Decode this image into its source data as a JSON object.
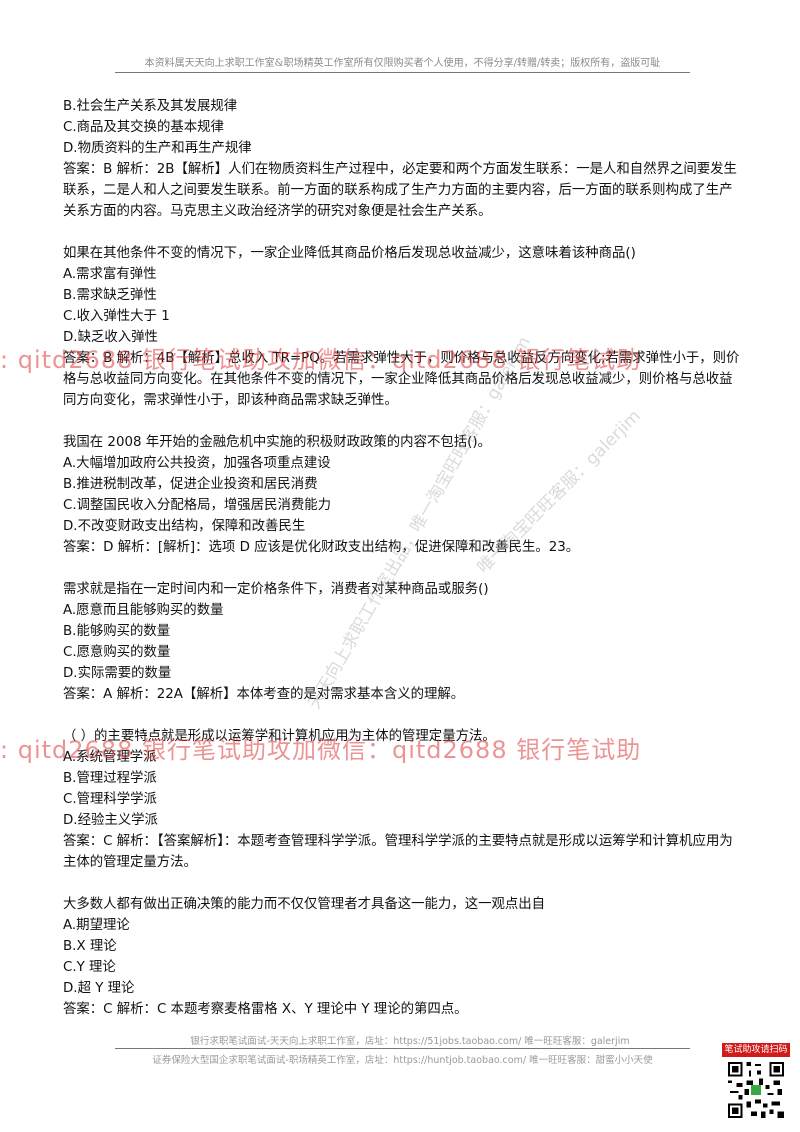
{
  "header": {
    "text": "本资料属天天向上求职工作室&职场精英工作室所有仅限购买者个人使用，不得分享/转赠/转卖；版权所有，盗版可耻"
  },
  "watermarks": {
    "line1": ": qitd2688    银行笔试助攻加微信：qitd2688      银行笔试助",
    "line2": ": qitd2688    银行笔试助攻加微信：qitd2688      银行笔试助",
    "diag1": "天天向上求职工作室出品，唯一淘宝旺旺客服：galerjim",
    "diag2": "唯一淘宝旺旺客服：galerjim"
  },
  "questions": [
    {
      "lines": [
        "B.社会生产关系及其发展规律",
        "C.商品及其交换的基本规律",
        "D.物质资料的生产和再生产规律"
      ],
      "answer": "答案：B 解析：2B【解析】人们在物质资料生产过程中，必定要和两个方面发生联系：一是人和自然界之间要发生联系，二是人和人之间要发生联系。前一方面的联系构成了生产力方面的主要内容，后一方面的联系则构成了生产关系方面的内容。马克思主义政治经济学的研究对象便是社会生产关系。"
    },
    {
      "lines": [
        "如果在其他条件不变的情况下，一家企业降低其商品价格后发现总收益减少，这意味着该种商品()",
        "A.需求富有弹性",
        "B.需求缺乏弹性",
        "C.收入弹性大于 1",
        "D.缺乏收入弹性"
      ],
      "answer": "答案：B 解析：4B【解析】总收入 TR=PQ。若需求弹性大于，则价格与总收益反方向变化;若需求弹性小于，则价格与总收益同方向变化。在其他条件不变的情况下，一家企业降低其商品价格后发现总收益减少，则价格与总收益同方向变化，需求弹性小于，即该种商品需求缺乏弹性。"
    },
    {
      "lines": [
        "我国在 2008 年开始的金融危机中实施的积极财政政策的内容不包括()。",
        "A.大幅增加政府公共投资，加强各项重点建设",
        "B.推进税制改革，促进企业投资和居民消费",
        "C.调整国民收入分配格局，增强居民消费能力",
        "D.不改变财政支出结构，保障和改善民生"
      ],
      "answer": "答案：D 解析：[解析]：选项 D 应该是优化财政支出结构，促进保障和改善民生。23。"
    },
    {
      "lines": [
        "需求就是指在一定时间内和一定价格条件下，消费者对某种商品或服务()",
        "A.愿意而且能够购买的数量",
        "B.能够购买的数量",
        "C.愿意购买的数量",
        "D.实际需要的数量"
      ],
      "answer": "答案：A 解析：22A【解析】本体考查的是对需求基本含义的理解。"
    },
    {
      "lines": [
        "（ ）的主要特点就是形成以运筹学和计算机应用为主体的管理定量方法。",
        "A.系统管理学派",
        "B.管理过程学派",
        "C.管理科学学派",
        "D.经验主义学派"
      ],
      "answer": "答案：C 解析：【答案解析】：本题考查管理科学学派。管理科学学派的主要特点就是形成以运筹学和计算机应用为主体的管理定量方法。"
    },
    {
      "lines": [
        "大多数人都有做出正确决策的能力而不仅仅管理者才具备这一能力，这一观点出自",
        "A.期望理论",
        "B.X 理论",
        "C.Y 理论",
        "D.超 Y 理论"
      ],
      "answer": "答案：C 解析：C 本题考察麦格雷格 X、Y 理论中 Y 理论的第四点。"
    }
  ],
  "footer": {
    "line1": "银行求职笔试面试-天天向上求职工作室，店址：https://51jobs.taobao.com/  唯一旺旺客服：galerjim",
    "line2": "证券保险大型国企求职笔试面试-职场精英工作室，店址：https://huntjob.taobao.com/  唯一旺旺客服：甜蜜小小天使",
    "badge": "笔试助攻请扫码"
  }
}
